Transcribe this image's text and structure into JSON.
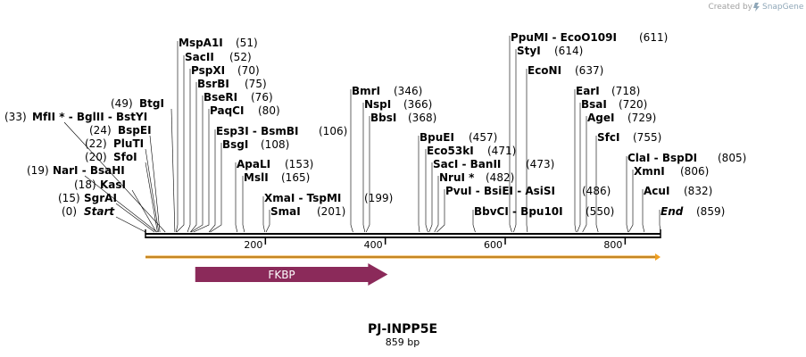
{
  "credit": {
    "prefix": "Created by",
    "brand": "SnapGene"
  },
  "plasmid": {
    "name": "PJ-INPP5E",
    "length_label": "859 bp",
    "length": 859
  },
  "ruler": {
    "ticks": [
      200,
      400,
      600,
      800
    ]
  },
  "feature": {
    "name": "FKBP",
    "start": 83,
    "end": 404,
    "color": "#8b2a5a"
  },
  "orf_arrow": {
    "start": 1,
    "end": 859,
    "color": "#f0a020"
  },
  "sites": [
    {
      "name": "Start",
      "pos": 0
    },
    {
      "name": "SgrAI",
      "pos": 15
    },
    {
      "name": "KasI",
      "pos": 18
    },
    {
      "name": "NarI - BsaHI",
      "pos": 19
    },
    {
      "name": "SfoI",
      "pos": 20
    },
    {
      "name": "PluTI",
      "pos": 22
    },
    {
      "name": "BspEI",
      "pos": 24
    },
    {
      "name": "MfII * - BglII - BstYI",
      "pos": 33
    },
    {
      "name": "BtgI",
      "pos": 49
    },
    {
      "name": "MspA1I",
      "pos": 51
    },
    {
      "name": "SacII",
      "pos": 52
    },
    {
      "name": "PspXI",
      "pos": 70
    },
    {
      "name": "BsrBI",
      "pos": 75
    },
    {
      "name": "BseRI",
      "pos": 76
    },
    {
      "name": "PaqCI",
      "pos": 80
    },
    {
      "name": "Esp3I - BsmBI",
      "pos": 106
    },
    {
      "name": "BsgI",
      "pos": 108
    },
    {
      "name": "ApaLI",
      "pos": 153
    },
    {
      "name": "MslI",
      "pos": 165
    },
    {
      "name": "XmaI - TspMI",
      "pos": 199
    },
    {
      "name": "SmaI",
      "pos": 201
    },
    {
      "name": "BmrI",
      "pos": 346
    },
    {
      "name": "NspI",
      "pos": 366
    },
    {
      "name": "BbsI",
      "pos": 368
    },
    {
      "name": "BpuEI",
      "pos": 457
    },
    {
      "name": "Eco53kI",
      "pos": 471
    },
    {
      "name": "SacI - BanII",
      "pos": 473
    },
    {
      "name": "NruI *",
      "pos": 482
    },
    {
      "name": "PvuI - BsiEI - AsiSI",
      "pos": 486
    },
    {
      "name": "BbvCI - Bpu10I",
      "pos": 550
    },
    {
      "name": "PpuMI - EcoO109I",
      "pos": 611
    },
    {
      "name": "StyI",
      "pos": 614
    },
    {
      "name": "EcoNI",
      "pos": 637
    },
    {
      "name": "EarI",
      "pos": 718
    },
    {
      "name": "BsaI",
      "pos": 720
    },
    {
      "name": "AgeI",
      "pos": 729
    },
    {
      "name": "SfcI",
      "pos": 755
    },
    {
      "name": "ClaI - BspDI",
      "pos": 805
    },
    {
      "name": "XmnI",
      "pos": 806
    },
    {
      "name": "AcuI",
      "pos": 832
    },
    {
      "name": "End",
      "pos": 859
    }
  ],
  "site_labels": {
    "0": {
      "text": "Start",
      "num": "(0)"
    },
    "15": {
      "text": "SgrAI",
      "num": "(15)"
    },
    "18": {
      "text": "KasI",
      "num": "(18)"
    },
    "19": {
      "text": "NarI  - BsaHI",
      "num": "(19)"
    },
    "20": {
      "text": "SfoI",
      "num": "(20)"
    },
    "22": {
      "text": "PluTI",
      "num": "(22)"
    },
    "24": {
      "text": "BspEI",
      "num": "(24)"
    },
    "33": {
      "text": "MfII * - BglII  - BstYI",
      "num": "(33)"
    },
    "49": {
      "text": "BtgI",
      "num": "(49)"
    },
    "51": {
      "text": "MspA1I",
      "num": "(51)"
    },
    "52": {
      "text": "SacII",
      "num": "(52)"
    },
    "70": {
      "text": "PspXI",
      "num": "(70)"
    },
    "75": {
      "text": "BsrBI",
      "num": "(75)"
    },
    "76": {
      "text": "BseRI",
      "num": "(76)"
    },
    "80": {
      "text": "PaqCI",
      "num": "(80)"
    },
    "106": {
      "text": "Esp3I  - BsmBI",
      "num": "(106)"
    },
    "108": {
      "text": "BsgI",
      "num": "(108)"
    },
    "153": {
      "text": "ApaLI",
      "num": "(153)"
    },
    "165": {
      "text": "MslI",
      "num": "(165)"
    },
    "199": {
      "text": "XmaI  - TspMI",
      "num": "(199)"
    },
    "201": {
      "text": "SmaI",
      "num": "(201)"
    },
    "346": {
      "text": "BmrI",
      "num": "(346)"
    },
    "366": {
      "text": "NspI",
      "num": "(366)"
    },
    "368": {
      "text": "BbsI",
      "num": "(368)"
    },
    "457": {
      "text": "BpuEI",
      "num": "(457)"
    },
    "471": {
      "text": "Eco53kI",
      "num": "(471)"
    },
    "473": {
      "text": "SacI  - BanII",
      "num": "(473)"
    },
    "482": {
      "text": "NruI *",
      "num": "(482)"
    },
    "486": {
      "text": "PvuI  - BsiEI  - AsiSI",
      "num": "(486)"
    },
    "550": {
      "text": "BbvCI  - Bpu10I",
      "num": "(550)"
    },
    "611": {
      "text": "PpuMI  - EcoO109I",
      "num": "(611)"
    },
    "614": {
      "text": "StyI",
      "num": "(614)"
    },
    "637": {
      "text": "EcoNI",
      "num": "(637)"
    },
    "718": {
      "text": "EarI",
      "num": "(718)"
    },
    "720": {
      "text": "BsaI",
      "num": "(720)"
    },
    "729": {
      "text": "AgeI",
      "num": "(729)"
    },
    "755": {
      "text": "SfcI",
      "num": "(755)"
    },
    "805": {
      "text": "ClaI  - BspDI",
      "num": "(805)"
    },
    "806": {
      "text": "XmnI",
      "num": "(806)"
    },
    "832": {
      "text": "AcuI",
      "num": "(832)"
    },
    "859": {
      "text": "End",
      "num": "(859)"
    }
  }
}
